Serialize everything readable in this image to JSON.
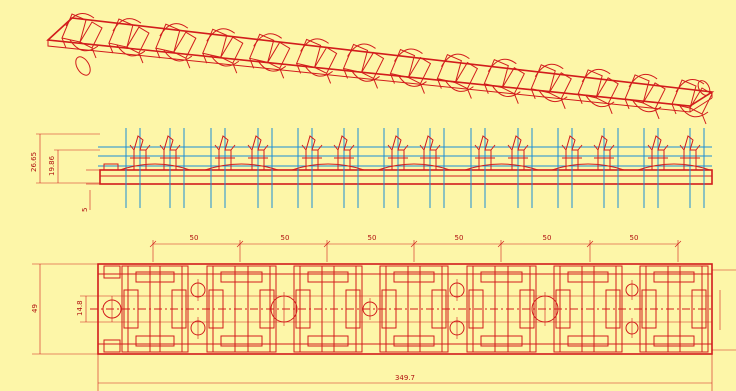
{
  "colors": {
    "background": "#fdf6a8",
    "outline": "#d21c1c",
    "centerline": "#1a8fd6"
  },
  "side_view": {
    "dim_height_total": "26.65",
    "dim_height_clip": "19.86",
    "dim_base": "5"
  },
  "plan_view": {
    "spacings": [
      "50",
      "50",
      "50",
      "50",
      "50",
      "50"
    ],
    "dim_width": "49",
    "dim_inner": "14.8",
    "dim_length": "349.7"
  }
}
